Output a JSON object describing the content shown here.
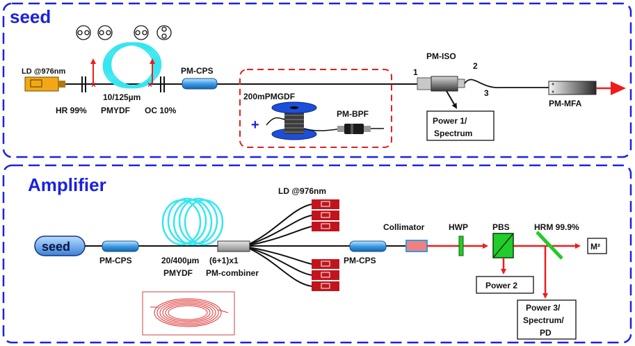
{
  "seed_section": {
    "title": "seed",
    "ld": "LD @976nm",
    "hr": "HR 99%",
    "fiber_spec": "10/125µm",
    "fiber_name": "PMYDF",
    "oc": "OC 10%",
    "cps": "PM-CPS",
    "gdf": "200mPMGDF",
    "bpf": "PM-BPF",
    "plus": "+",
    "iso": "PM-ISO",
    "port1": "1",
    "port2": "2",
    "port3": "3",
    "power_box_line1": "Power 1/",
    "power_box_line2": "Spectrum",
    "mfa": "PM-MFA"
  },
  "amplifier_section": {
    "title": "Amplifier",
    "seed_box": "seed",
    "cps_left": "PM-CPS",
    "fiber_spec": "20/400µm",
    "fiber_name": "PMYDF",
    "combiner_spec": "(6+1)x1",
    "combiner_name": "PM-combiner",
    "ld": "LD @976nm",
    "cps_right": "PM-CPS",
    "collimator": "Collimator",
    "hwp": "HWP",
    "pbs": "PBS",
    "hrm": "HRM 99.9%",
    "m2": "M²",
    "power2": "Power 2",
    "power3_line1": "Power 3/",
    "power3_line2": "Spectrum/",
    "power3_line3": "PD"
  },
  "colors": {
    "frame": "#1a22e0",
    "inner_frame": "#e02020",
    "fiber_coil": "#35e6f0",
    "laser_arrow": "#ee1c1c",
    "ld_module": "#c2141c",
    "optic_green": "#22cc2a"
  }
}
